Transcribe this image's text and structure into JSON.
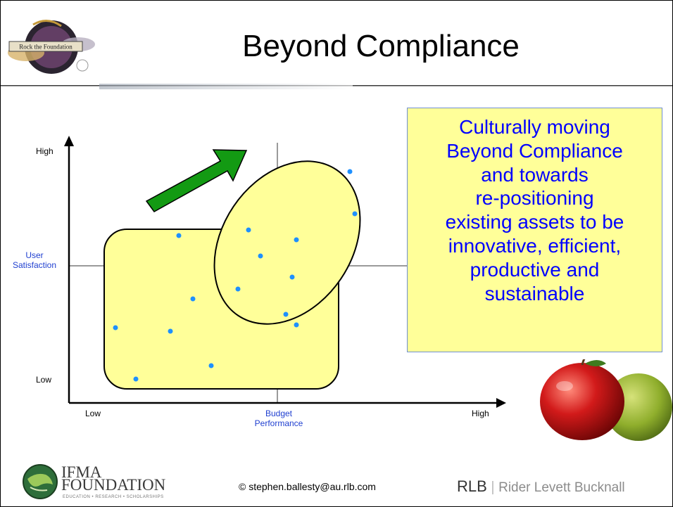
{
  "title": "Beyond Compliance",
  "logo": {
    "text": "Rock the Foundation"
  },
  "axes": {
    "y_high": "High",
    "y_low": "Low",
    "y_label_line1": "User",
    "y_label_line2": "Satisfaction",
    "x_low": "Low",
    "x_high": "High",
    "x_label_line1": "Budget",
    "x_label_line2": "Performance"
  },
  "callout": {
    "lines": [
      "Culturally moving",
      "Beyond Compliance",
      "and towards",
      "re-positioning",
      "existing assets to be",
      "innovative, efficient,",
      "productive and",
      "sustainable"
    ]
  },
  "footer": {
    "ifma_line1": "IFMA",
    "ifma_line2": "FOUNDATION",
    "ifma_sub": "EDUCATION • RESEARCH • SCHOLARSHIPS",
    "copyright": "© stephen.ballesty@au.rlb.com",
    "rlb_bold": "RLB",
    "rlb_rest": "Rider Levett Bucknall"
  },
  "colors": {
    "region_fill": "#ffff99",
    "dot": "#1e90ff",
    "arrow": "#139a13",
    "callout_text": "#0000ff",
    "axis_label_blue": "#1f3fd0"
  }
}
